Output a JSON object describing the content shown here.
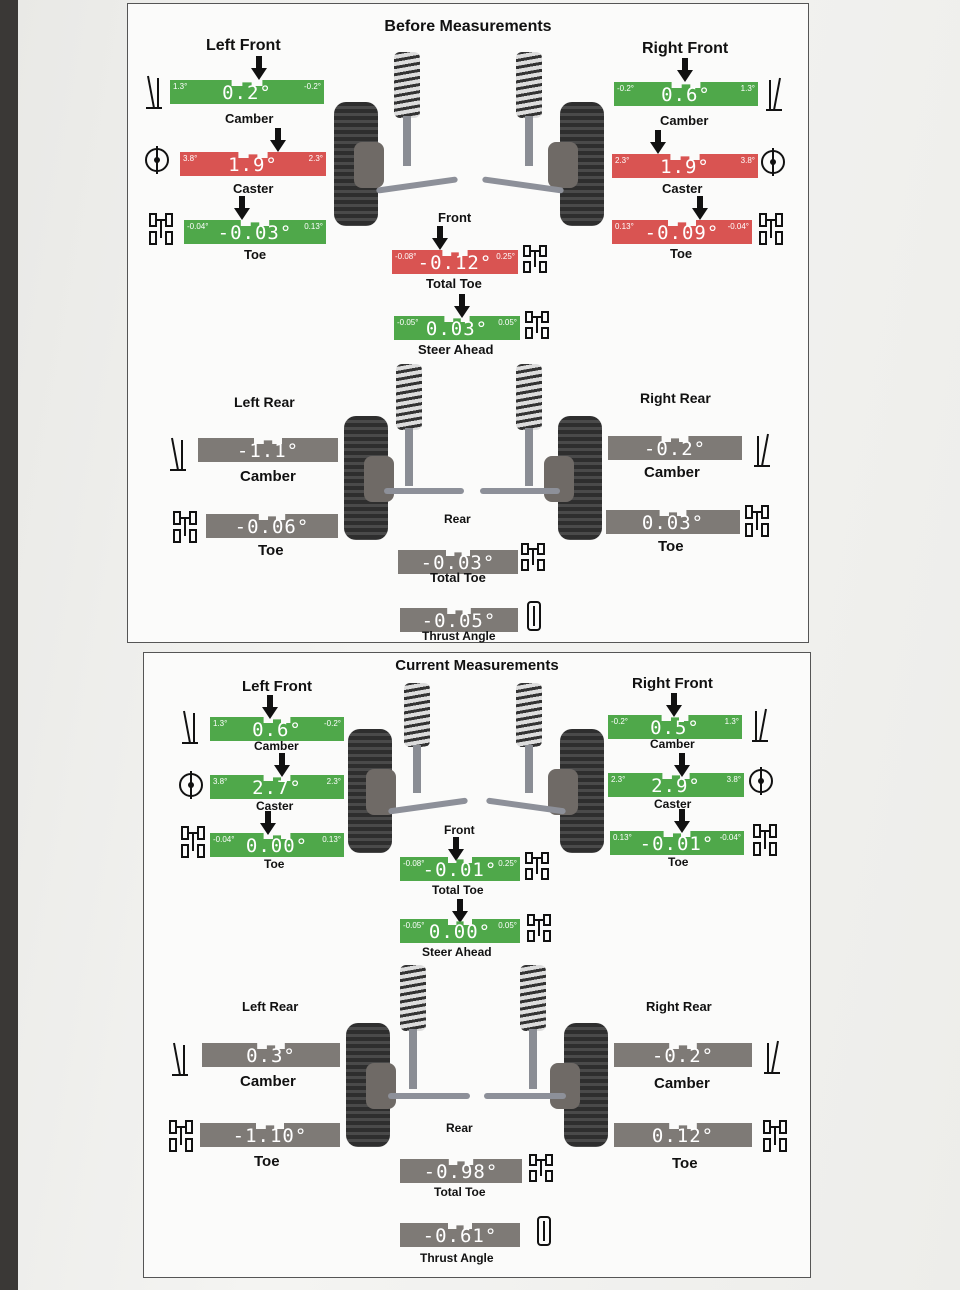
{
  "before": {
    "title": "Before Measurements",
    "left_front": {
      "heading": "Left Front",
      "camber": {
        "label": "Camber",
        "value": "0.2°",
        "min": "1.3°",
        "max": "-0.2°",
        "status": "green"
      },
      "caster": {
        "label": "Caster",
        "value": "1.9°",
        "min": "3.8°",
        "max": "2.3°",
        "status": "red"
      },
      "toe": {
        "label": "Toe",
        "value": "-0.03°",
        "min": "-0.04°",
        "max": "0.13°",
        "status": "green"
      }
    },
    "right_front": {
      "heading": "Right Front",
      "camber": {
        "label": "Camber",
        "value": "0.6°",
        "min": "-0.2°",
        "max": "1.3°",
        "status": "green"
      },
      "caster": {
        "label": "Caster",
        "value": "1.9°",
        "min": "2.3°",
        "max": "3.8°",
        "status": "red"
      },
      "toe": {
        "label": "Toe",
        "value": "-0.09°",
        "min": "0.13°",
        "max": "-0.04°",
        "status": "red"
      }
    },
    "front": {
      "label": "Front",
      "total_toe": {
        "label": "Total Toe",
        "value": "-0.12°",
        "min": "-0.08°",
        "max": "0.25°",
        "status": "red"
      },
      "steer_ahead": {
        "label": "Steer Ahead",
        "value": "0.03°",
        "min": "-0.05°",
        "max": "0.05°",
        "status": "green"
      }
    },
    "left_rear": {
      "heading": "Left Rear",
      "camber": {
        "label": "Camber",
        "value": "-1.1°",
        "status": "gray"
      },
      "toe": {
        "label": "Toe",
        "value": "-0.06°",
        "status": "gray"
      }
    },
    "right_rear": {
      "heading": "Right Rear",
      "camber": {
        "label": "Camber",
        "value": "-0.2°",
        "status": "gray"
      },
      "toe": {
        "label": "Toe",
        "value": "0.03°",
        "status": "gray"
      }
    },
    "rear": {
      "label": "Rear",
      "total_toe": {
        "label": "Total Toe",
        "value": "-0.03°",
        "status": "gray"
      },
      "thrust_angle": {
        "label": "Thrust Angle",
        "value": "-0.05°",
        "status": "gray"
      }
    }
  },
  "current": {
    "title": "Current Measurements",
    "left_front": {
      "heading": "Left Front",
      "camber": {
        "label": "Camber",
        "value": "0.6°",
        "min": "1.3°",
        "max": "-0.2°",
        "status": "green"
      },
      "caster": {
        "label": "Caster",
        "value": "2.7°",
        "min": "3.8°",
        "max": "2.3°",
        "status": "green"
      },
      "toe": {
        "label": "Toe",
        "value": "0.00°",
        "min": "-0.04°",
        "max": "0.13°",
        "status": "green"
      }
    },
    "right_front": {
      "heading": "Right Front",
      "camber": {
        "label": "Camber",
        "value": "0.5°",
        "min": "-0.2°",
        "max": "1.3°",
        "status": "green"
      },
      "caster": {
        "label": "Caster",
        "value": "2.9°",
        "min": "2.3°",
        "max": "3.8°",
        "status": "green"
      },
      "toe": {
        "label": "Toe",
        "value": "-0.01°",
        "min": "0.13°",
        "max": "-0.04°",
        "status": "green"
      }
    },
    "front": {
      "label": "Front",
      "total_toe": {
        "label": "Total Toe",
        "value": "-0.01°",
        "min": "-0.08°",
        "max": "0.25°",
        "status": "green"
      },
      "steer_ahead": {
        "label": "Steer Ahead",
        "value": "0.00°",
        "min": "-0.05°",
        "max": "0.05°",
        "status": "green"
      }
    },
    "left_rear": {
      "heading": "Left Rear",
      "camber": {
        "label": "Camber",
        "value": "0.3°",
        "status": "gray"
      },
      "toe": {
        "label": "Toe",
        "value": "-1.10°",
        "status": "gray"
      }
    },
    "right_rear": {
      "heading": "Right Rear",
      "camber": {
        "label": "Camber",
        "value": "-0.2°",
        "status": "gray"
      },
      "toe": {
        "label": "Toe",
        "value": "0.12°",
        "status": "gray"
      }
    },
    "rear": {
      "label": "Rear",
      "total_toe": {
        "label": "Total Toe",
        "value": "-0.98°",
        "status": "gray"
      },
      "thrust_angle": {
        "label": "Thrust Angle",
        "value": "-0.61°",
        "status": "gray"
      }
    }
  },
  "colors": {
    "green": "#4fa84a",
    "red": "#d95452",
    "gray": "#7e7a76"
  }
}
